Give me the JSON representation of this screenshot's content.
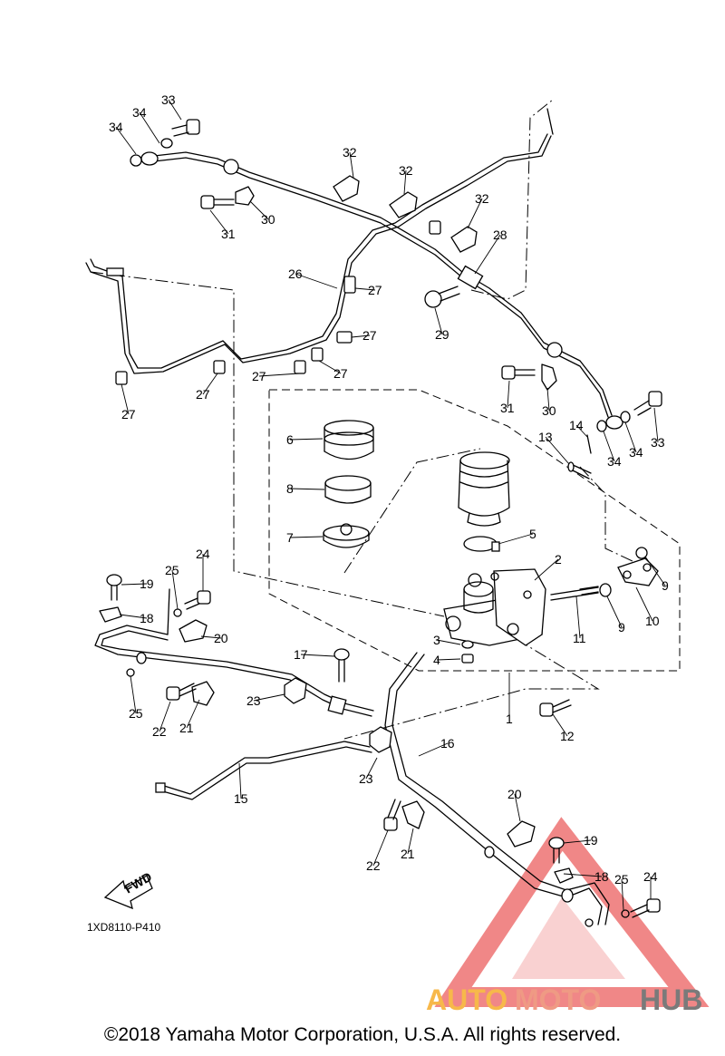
{
  "diagram": {
    "code": "1XD8110-P410",
    "fwd_label": "FWD",
    "callouts": [
      "1",
      "2",
      "3",
      "4",
      "5",
      "6",
      "7",
      "8",
      "9",
      "9",
      "10",
      "11",
      "12",
      "13",
      "14",
      "15",
      "16",
      "17",
      "18",
      "18",
      "19",
      "19",
      "20",
      "20",
      "21",
      "21",
      "22",
      "22",
      "23",
      "23",
      "24",
      "24",
      "25",
      "25",
      "25",
      "26",
      "27",
      "27",
      "27",
      "27",
      "27",
      "27",
      "28",
      "29",
      "30",
      "30",
      "31",
      "31",
      "32",
      "32",
      "32",
      "33",
      "33",
      "34",
      "34",
      "34",
      "34"
    ]
  },
  "footer": {
    "copyright": "©2018 Yamaha Motor Corporation, U.S.A. All rights reserved."
  },
  "watermark": {
    "parts": [
      "AUTO",
      "MOTO",
      "HUB"
    ],
    "colors": {
      "auto": "#f7b84a",
      "moto": "#ef9a84",
      "hub": "#7a7a7a",
      "triangle": "#ec5f5f"
    }
  }
}
